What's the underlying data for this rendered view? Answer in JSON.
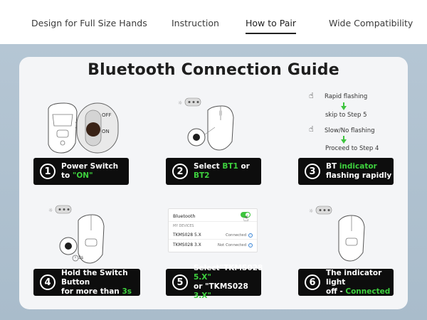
{
  "tabs": [
    {
      "label": "Design for Full Size Hands",
      "active": false
    },
    {
      "label": "Instruction",
      "active": false
    },
    {
      "label": "How to Pair",
      "active": true
    },
    {
      "label": "Wide Compatibility",
      "active": false
    }
  ],
  "guide": {
    "title": "Bluetooth Connection Guide"
  },
  "colors": {
    "accent": "#3ed13e",
    "label_bg": "#0d0d0d",
    "backdrop": "#b0c2d1",
    "card": "#f4f5f7"
  },
  "switch": {
    "off": "OFF",
    "on": "ON"
  },
  "step3_flow": {
    "rapid": "Rapid flashing",
    "skip": "skip to Step 5",
    "slow": "Slow/No flashing",
    "proceed": "Proceed to Step 4"
  },
  "step4_timer": "3s",
  "devices": {
    "header": "Bluetooth",
    "section": "MY DEVICES",
    "list": [
      {
        "name": "TKMS028 5.X",
        "status": "Connected"
      },
      {
        "name": "TKMS028 3.X",
        "status": "Not Connected"
      }
    ]
  },
  "steps": [
    {
      "num": "1",
      "line1": "Power Switch",
      "line2_pre": "to ",
      "line2_hl": "\"ON\"",
      "line2_post": ""
    },
    {
      "num": "2",
      "line1_pre": "Select ",
      "line1_hl": "BT1",
      "line1_mid": " or ",
      "line1_hl2": "BT2"
    },
    {
      "num": "3",
      "line1_pre": "BT ",
      "line1_hl": "indicator",
      "line2": "flashing rapidly"
    },
    {
      "num": "4",
      "line1": "Hold the Switch Button",
      "line2_pre": "for more than ",
      "line2_hl": "3s"
    },
    {
      "num": "5",
      "line1_pre": "Select\"TKMS028 ",
      "line1_hl": "5.X\"",
      "line2_pre": "or \"TKMS028 ",
      "line2_hl": "3.X\""
    },
    {
      "num": "6",
      "line1": "The indicator light",
      "line2_pre": "off - ",
      "line2_hl": "Connected"
    }
  ]
}
